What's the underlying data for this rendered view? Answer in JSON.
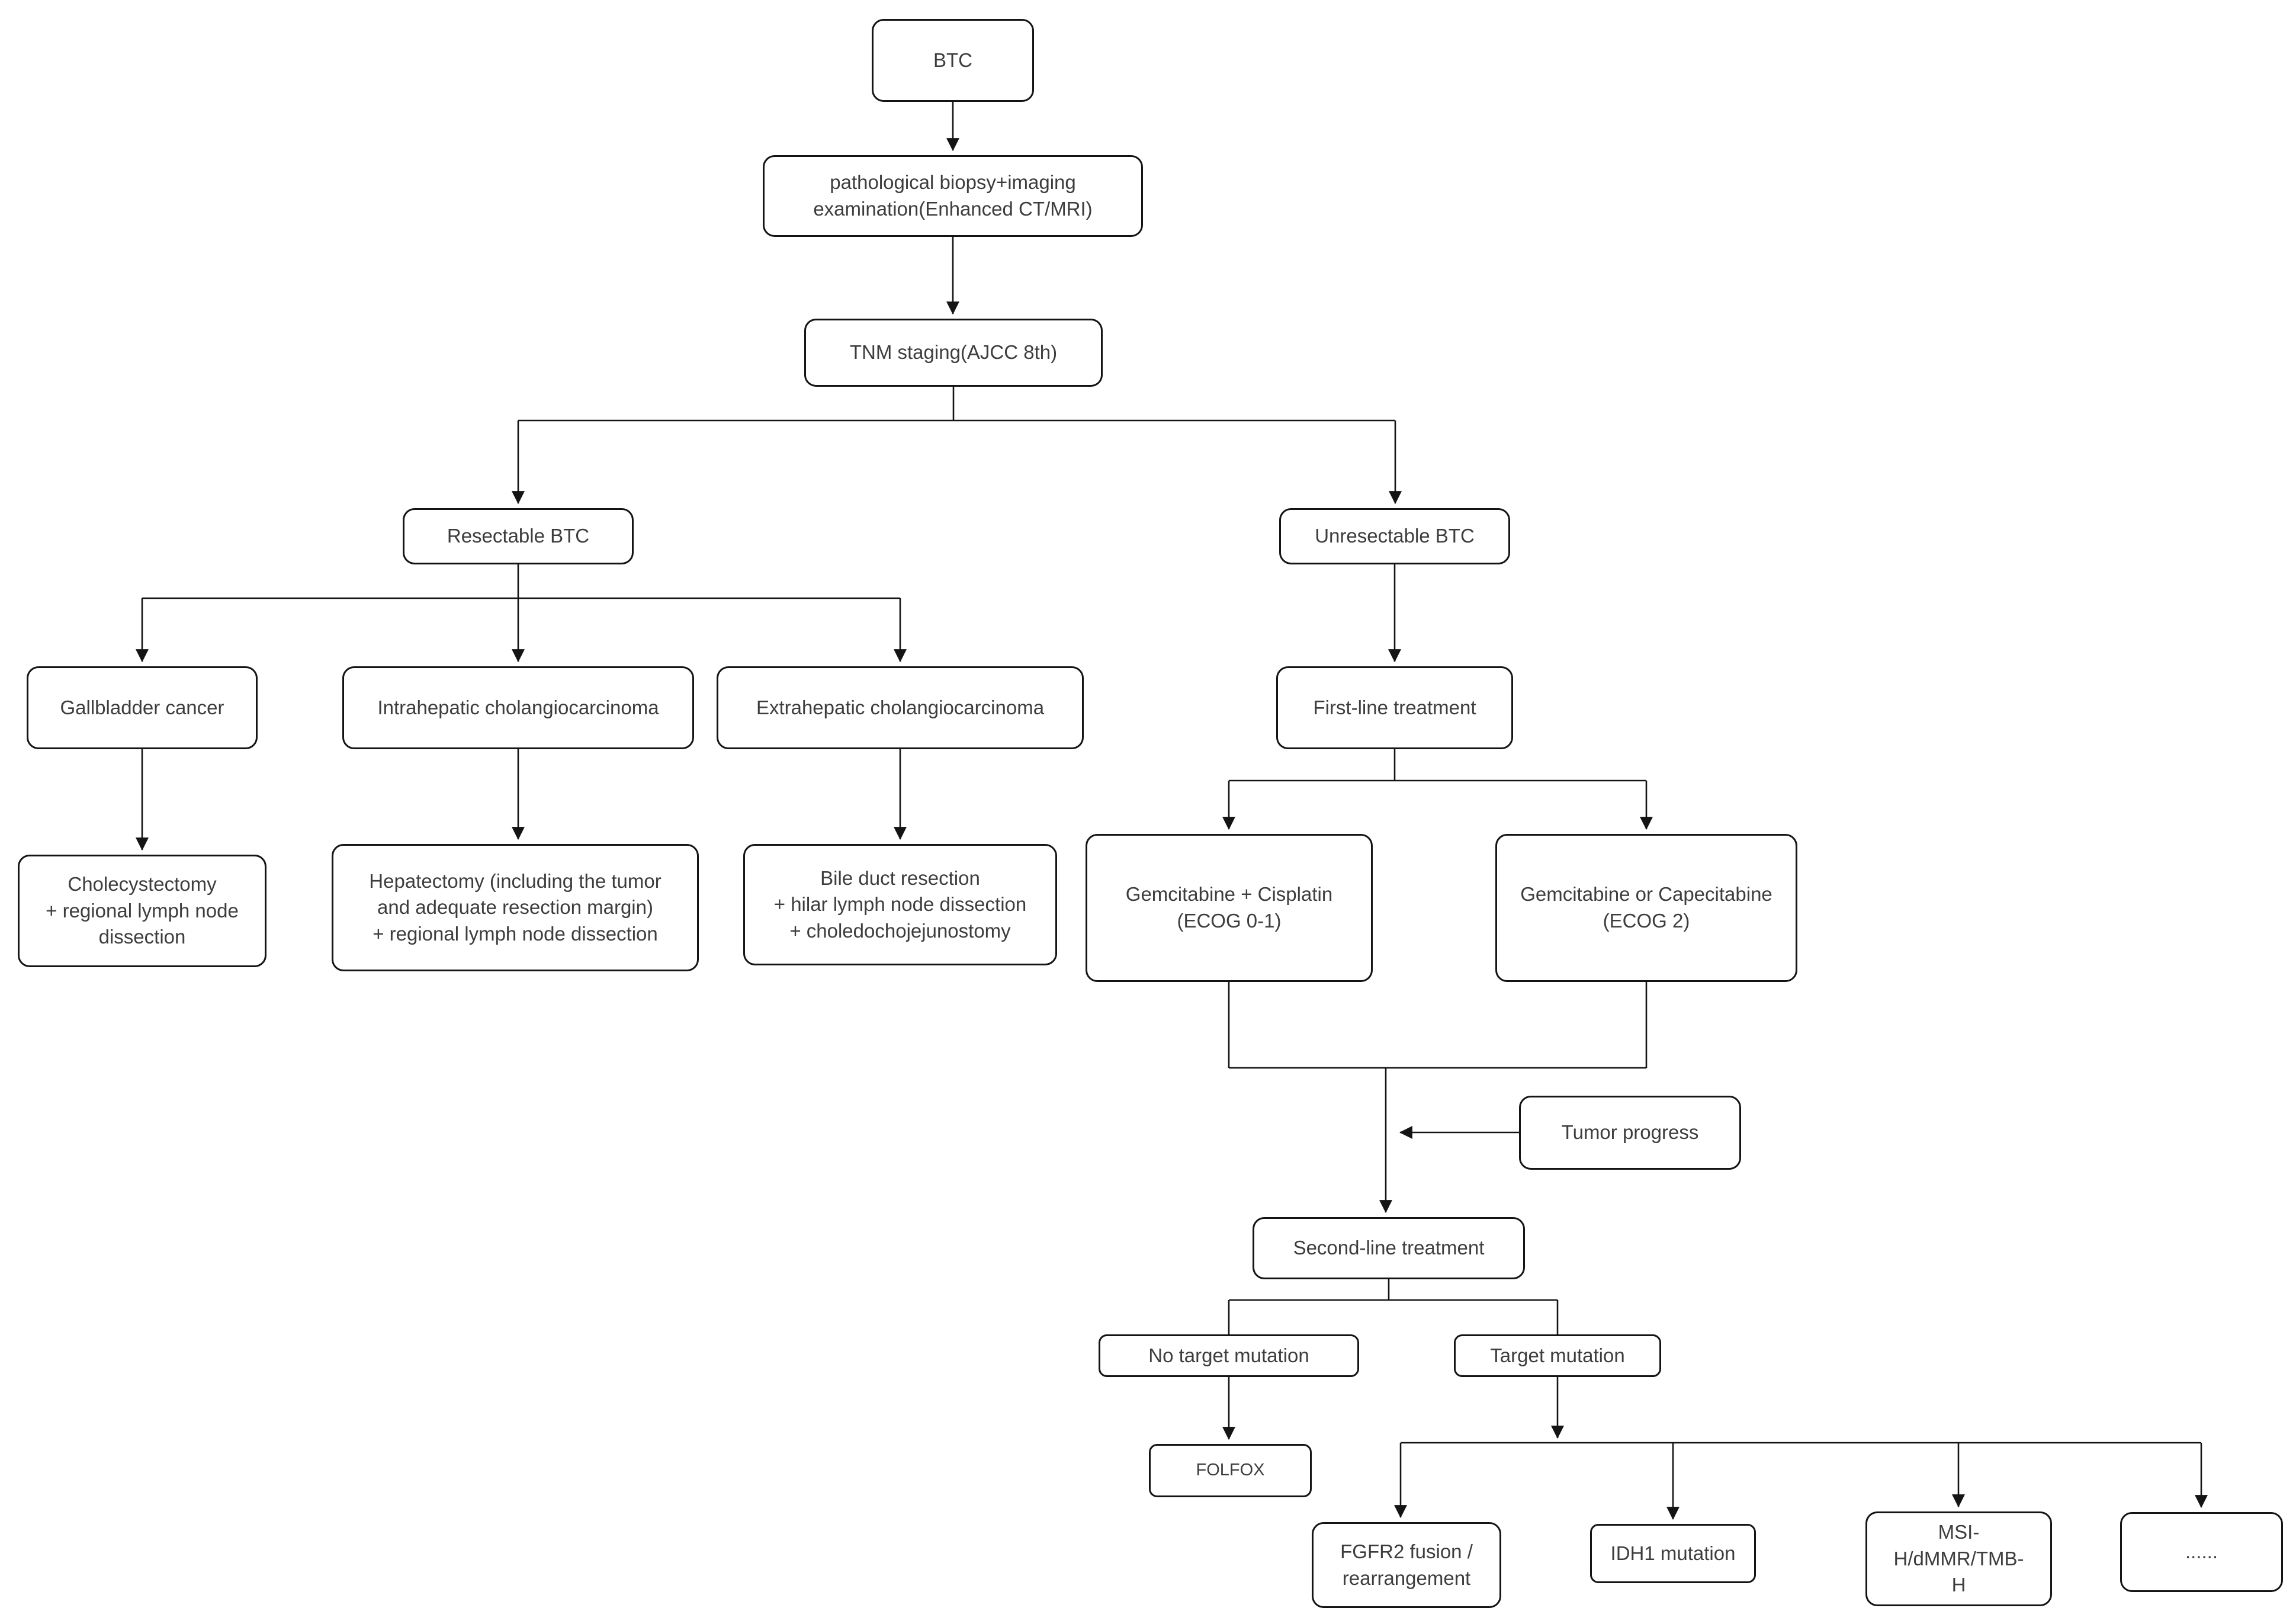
{
  "nodes": {
    "btc": "BTC",
    "biopsy": "pathological biopsy+imaging\nexamination(Enhanced CT/MRI)",
    "tnm": "TNM staging(AJCC 8th)",
    "resectable": "Resectable BTC",
    "unresectable": "Unresectable BTC",
    "gallbladder": "Gallbladder cancer",
    "intrahepatic": "Intrahepatic cholangiocarcinoma",
    "extrahepatic": "Extrahepatic cholangiocarcinoma",
    "firstline": "First-line treatment",
    "cholecystectomy": "Cholecystectomy\n+ regional lymph node\ndissection",
    "hepatectomy": "Hepatectomy (including the tumor\nand adequate resection margin)\n+ regional lymph node dissection",
    "bileduct": "Bile duct resection\n+ hilar lymph node dissection\n+ choledochojejunostomy",
    "gemcis": "Gemcitabine + Cisplatin\n(ECOG 0-1)",
    "gemcape": "Gemcitabine or Capecitabine\n(ECOG 2)",
    "tumorprogress": "Tumor progress",
    "secondline": "Second-line treatment",
    "notarget": "No target mutation",
    "target": "Target mutation",
    "folfox": "FOLFOX",
    "fgfr2": "FGFR2 fusion /\nrearrangement",
    "idh1": "IDH1 mutation",
    "msi": "MSI-H/dMMR/TMB-\nH",
    "dots": "......"
  },
  "style": {
    "line_color": "#141414",
    "text_color": "#3d3d3d",
    "background": "#ffffff"
  }
}
